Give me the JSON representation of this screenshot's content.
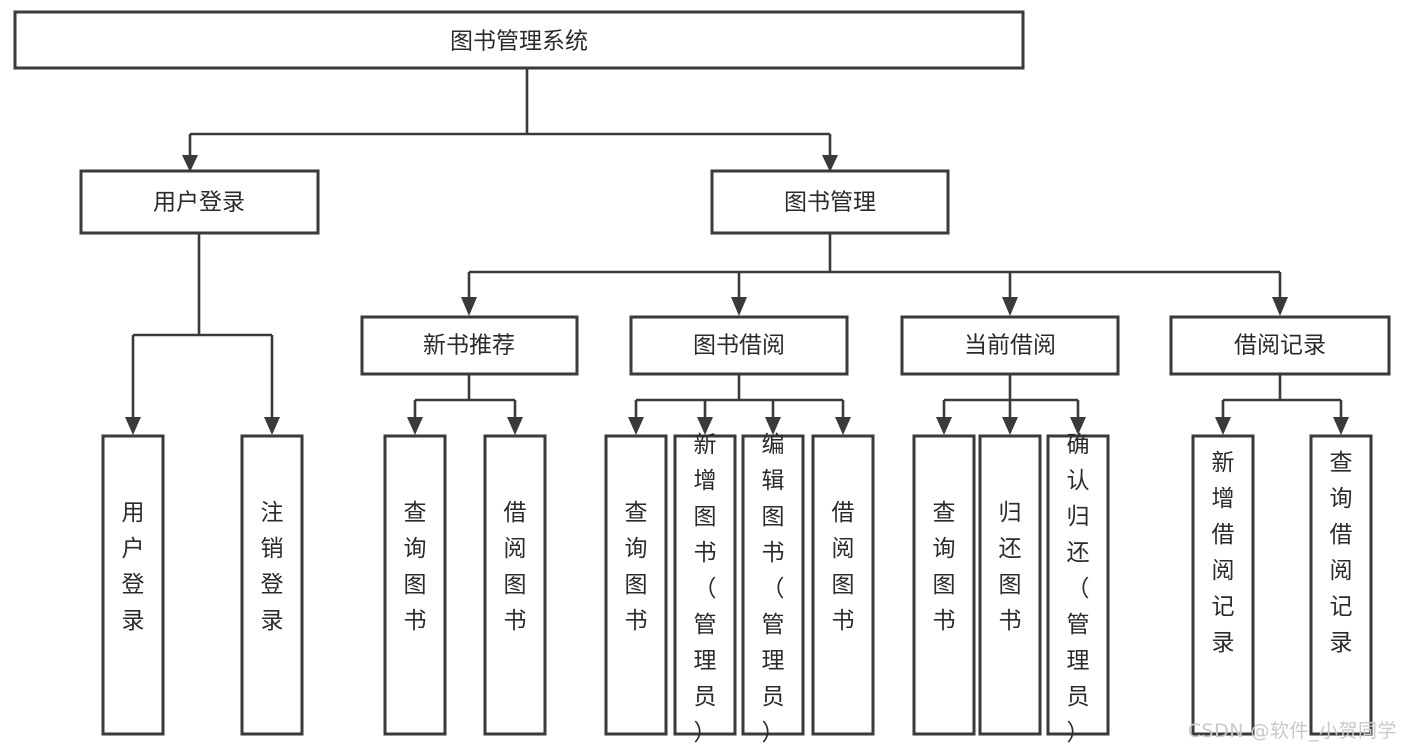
{
  "diagram": {
    "title": "图书管理系统",
    "watermark": "CSDN @软件_小贺同学",
    "colors": {
      "stroke": "#3a3a3a",
      "box_fill": "#ffffff",
      "text": "#2b2b2b",
      "background": "#ffffff",
      "watermark": "#c9c9c9"
    },
    "root": {
      "label": "图书管理系统"
    },
    "level1": [
      {
        "label": "用户登录"
      },
      {
        "label": "图书管理"
      }
    ],
    "level2": [
      {
        "label": "新书推荐"
      },
      {
        "label": "图书借阅"
      },
      {
        "label": "当前借阅"
      },
      {
        "label": "借阅记录"
      }
    ],
    "leaves": {
      "user_login": [
        {
          "label": "用户登录"
        },
        {
          "label": "注销登录"
        }
      ],
      "new_book_recommend": [
        {
          "label": "查询图书"
        },
        {
          "label": "借阅图书"
        }
      ],
      "book_borrow": [
        {
          "label": "查询图书"
        },
        {
          "label": "新增图书（管理员）"
        },
        {
          "label": "编辑图书（管理员）"
        },
        {
          "label": "借阅图书"
        }
      ],
      "current_borrow": [
        {
          "label": "查询图书"
        },
        {
          "label": "归还图书"
        },
        {
          "label": "确认归还（管理员）"
        }
      ],
      "borrow_record": [
        {
          "label": "新增借阅记录"
        },
        {
          "label": "查询借阅记录"
        }
      ]
    }
  }
}
